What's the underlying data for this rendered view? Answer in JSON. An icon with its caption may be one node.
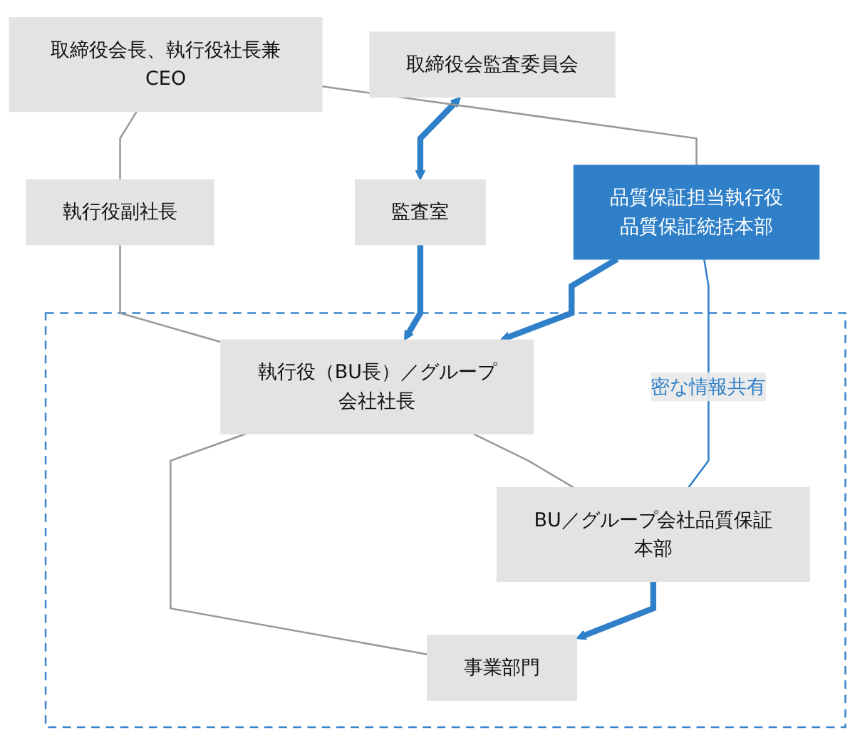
{
  "diagram": {
    "nodes": [
      {
        "text": [
          "取締役会長、執行役社長兼CEO"
        ]
      },
      {
        "text": [
          "執行役副社長"
        ]
      },
      {
        "text": [
          "取締役会監査委員会"
        ]
      },
      {
        "text": [
          "監査室"
        ]
      },
      {
        "text": [],
        "shape": "box"
      },
      {
        "text": [
          "執行役（BU長）／グループ会社社長"
        ],
        "in": 4
      },
      {
        "text": [
          "事業部門"
        ],
        "in": 4
      },
      {
        "text": [
          "BU／グループ会社品質保証本部"
        ],
        "in": 4
      },
      {
        "text": [
          "品質保証担当執行役",
          "品質保証統括本部"
        ]
      }
    ],
    "edges": [
      {
        "from": 0,
        "to": 1,
        "arrow": "none"
      },
      {
        "from": 1,
        "to": 5,
        "arrow": "none"
      },
      {
        "from": 2,
        "to": 3,
        "arrow": "both",
        "style": "thick",
        "color": "#2f80c8"
      },
      {
        "from": 3,
        "to": 5,
        "arrow": "to",
        "style": "thick",
        "color": "#2f80c8"
      },
      {
        "from": 8,
        "to": 5,
        "arrow": "to",
        "style": "thick",
        "color": "#2f80c8"
      },
      {
        "from": 5,
        "to": 6,
        "arrow": "none"
      },
      {
        "from": 5,
        "to": 7,
        "arrow": "none"
      },
      {
        "from": 7,
        "to": 6,
        "arrow": "to",
        "style": "thick",
        "color": "#2f80c8"
      },
      {
        "from": 0,
        "to": 8,
        "arrow": "none"
      },
      {
        "from": 8,
        "to": 7,
        "arrow": "none",
        "label": "密な情報共有",
        "color": "#2f80c8"
      }
    ]
  }
}
